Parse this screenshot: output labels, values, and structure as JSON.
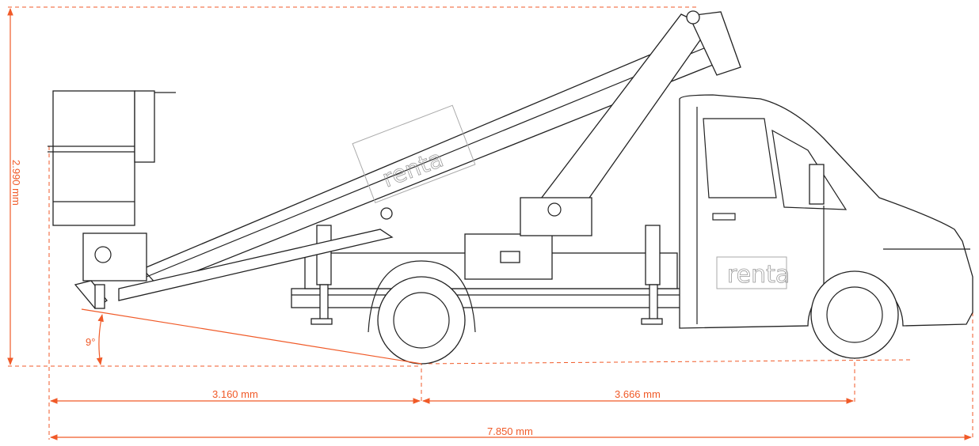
{
  "dimensions": {
    "height": "2.990 mm",
    "rear_overhang": "3.160 mm",
    "wheelbase": "3.666 mm",
    "total_length": "7.850 mm",
    "angle": "9°"
  },
  "branding": {
    "logo_text": "renta"
  },
  "colors": {
    "dimension": "#f05a28",
    "line": "#222222"
  }
}
